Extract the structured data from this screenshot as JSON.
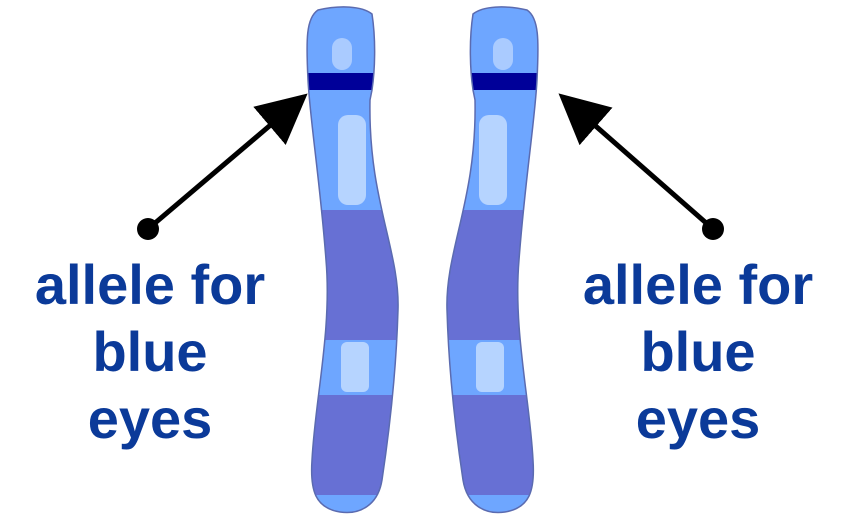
{
  "colors": {
    "background": "#ffffff",
    "label_text": "#0b3a99",
    "chromosome_light": "#6ea6ff",
    "chromosome_dark_band": "#6666cc",
    "chromosome_highlight": "#c3dcff",
    "allele_band": "#000099",
    "arrow": "#000000"
  },
  "labels": {
    "left": {
      "line1": "allele for",
      "line2": "blue",
      "line3": "eyes"
    },
    "right": {
      "line1": "allele for",
      "line2": "blue",
      "line3": "eyes"
    }
  }
}
